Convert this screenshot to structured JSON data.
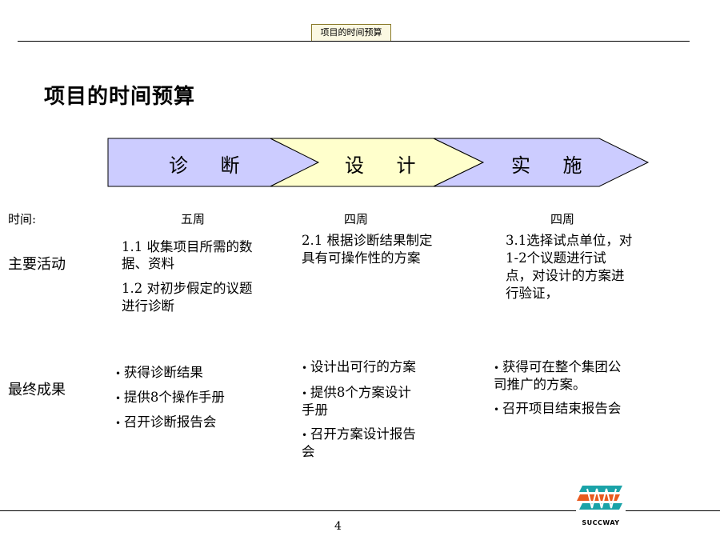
{
  "header": {
    "tab_label": "项目的时间预算"
  },
  "title": "项目的时间预算",
  "phases": [
    {
      "label": "诊    断",
      "color": "#ccccff"
    },
    {
      "label": "设    计",
      "color": "#ffffcc"
    },
    {
      "label": "实    施",
      "color": "#ccccff"
    }
  ],
  "rows": {
    "time_label": "时间:",
    "activities_label": "主要活动",
    "results_label": "最终成果"
  },
  "time": [
    "五周",
    "四周",
    "四周"
  ],
  "activities": {
    "diagnose": [
      "1.1 收集项目所需的数",
      "据、资料",
      "1.2 对初步假定的议题",
      "进行诊断"
    ],
    "design": [
      "2.1 根据诊断结果制定",
      "具有可操作性的方案"
    ],
    "implement": [
      "3.1选择试点单位，对",
      "1-2个议题进行试",
      "点，对设计的方案进",
      "行验证，"
    ]
  },
  "results": {
    "diagnose": [
      "获得诊断结果",
      "提供8个操作手册",
      "召开诊断报告会"
    ],
    "design": [
      "设计出可行的方案",
      "提供8个方案设计",
      "手册",
      "召开方案设计报告",
      "会"
    ],
    "implement": [
      "获得可在整个集团公",
      "司推广的方案。",
      "召开项目结束报告会"
    ]
  },
  "footer": {
    "logo_text": "SUCCWAY",
    "page_number": "4"
  }
}
